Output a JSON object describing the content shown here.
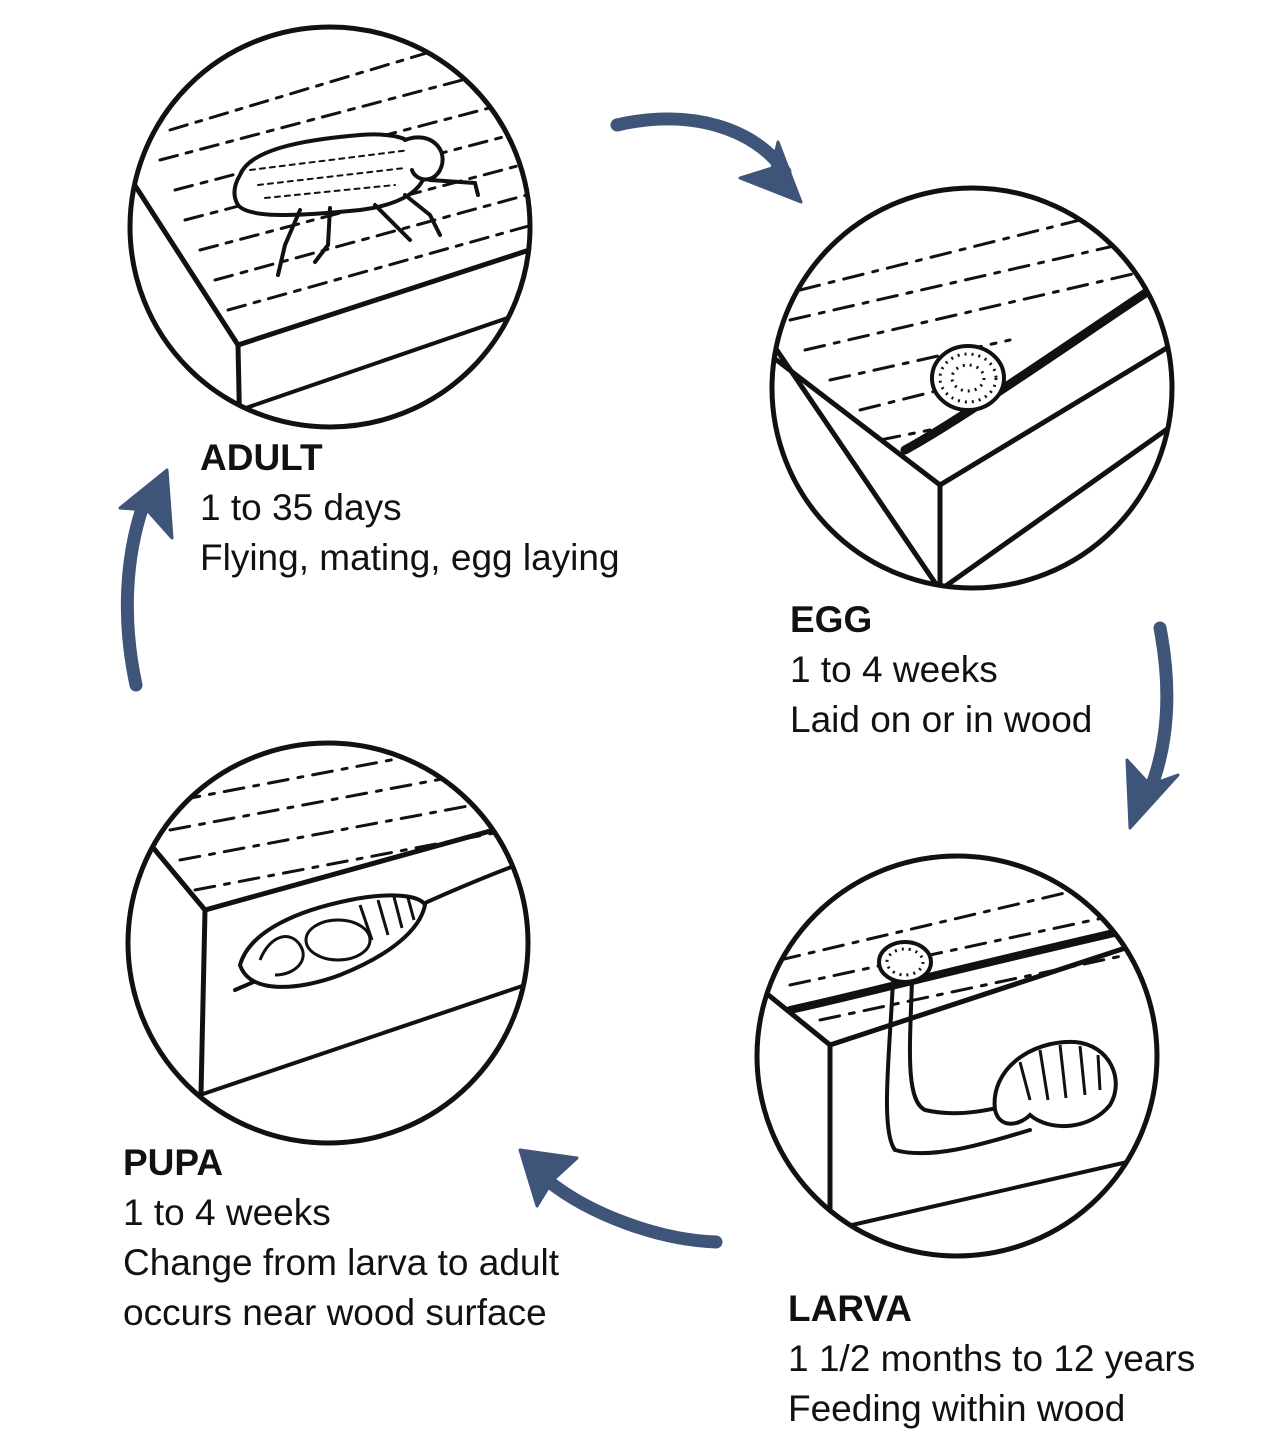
{
  "stages": [
    {
      "id": "adult",
      "title": "ADULT",
      "duration": "1 to 35 days",
      "lines": [
        "Flying, mating, egg laying"
      ]
    },
    {
      "id": "egg",
      "title": "EGG",
      "duration": "1 to 4 weeks",
      "lines": [
        "Laid on or in wood"
      ]
    },
    {
      "id": "larva",
      "title": "LARVA",
      "duration": "1 1/2 months to 12 years",
      "lines": [
        "Feeding within wood"
      ]
    },
    {
      "id": "pupa",
      "title": "PUPA",
      "duration": "1 to 4 weeks",
      "lines": [
        "Change from larva to adult",
        "occurs near wood surface"
      ]
    }
  ],
  "colors": {
    "arrow": "#3e5478",
    "ink": "#111111",
    "background": "#ffffff"
  },
  "icons": [
    "beetle-icon",
    "egg-icon",
    "larva-icon",
    "pupa-icon",
    "cycle-arrow-icon"
  ]
}
